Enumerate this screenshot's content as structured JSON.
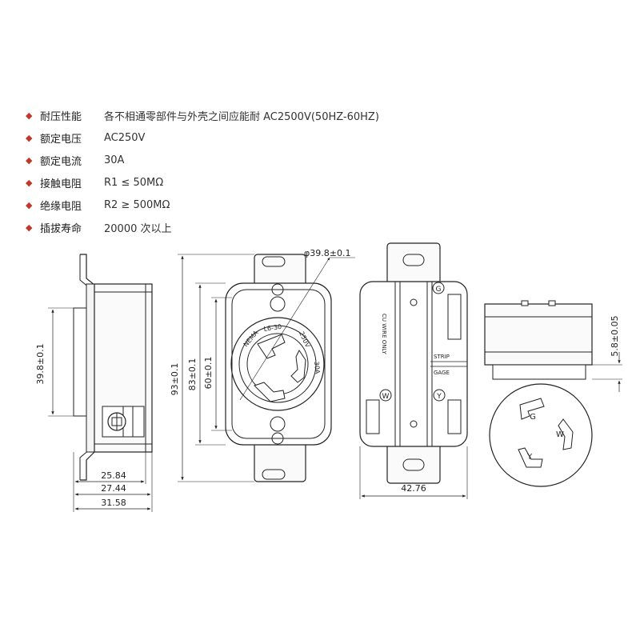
{
  "specs": [
    {
      "label": "耐压性能",
      "value": "各不相通零部件与外壳之间应能耐 AC2500V(50HZ-60HZ)"
    },
    {
      "label": "额定电压",
      "value": "AC250V"
    },
    {
      "label": "额定电流",
      "value": "30A"
    },
    {
      "label": "接触电阻",
      "value": "R1 ≤ 50MΩ"
    },
    {
      "label": "绝缘电阻",
      "value": "R2 ≥ 500MΩ"
    },
    {
      "label": "插拔寿命",
      "value": "20000 次以上"
    }
  ],
  "dimensions": {
    "side_height": "39.8±0.1",
    "side_w1": "25.84",
    "side_w2": "27.44",
    "side_w3": "31.58",
    "front_h1": "93±0.1",
    "front_h2": "83±0.1",
    "front_h3": "60±0.1",
    "front_dia": "φ39.8±0.1",
    "back_width": "42.76",
    "plug_depth": "5.8±0.05"
  },
  "face_labels": {
    "nema": "NEMA",
    "model": "L6-30",
    "volt": "250V",
    "amp": "30A"
  },
  "back_labels": {
    "cu": "CU WIRE ONLY",
    "strip": "STRIP",
    "gage": "GAGE",
    "g": "G",
    "w": "W",
    "y": "Y"
  },
  "plug_labels": {
    "g": "G",
    "w": "W",
    "y": "Y"
  }
}
